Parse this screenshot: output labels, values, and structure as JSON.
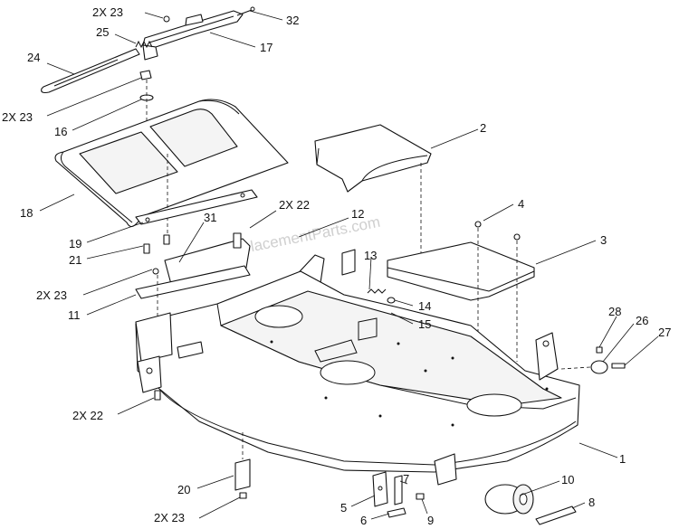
{
  "watermark": "eReplacementParts.com",
  "callouts": [
    {
      "id": "c-2x23-top",
      "text": "2X  23"
    },
    {
      "id": "c-32",
      "text": "32"
    },
    {
      "id": "c-25",
      "text": "25"
    },
    {
      "id": "c-17",
      "text": "17"
    },
    {
      "id": "c-24",
      "text": "24"
    },
    {
      "id": "c-2x23-left",
      "text": "2X  23"
    },
    {
      "id": "c-16",
      "text": "16"
    },
    {
      "id": "c-18",
      "text": "18"
    },
    {
      "id": "c-2",
      "text": "2"
    },
    {
      "id": "c-4",
      "text": "4"
    },
    {
      "id": "c-2x22-mid",
      "text": "2X  22"
    },
    {
      "id": "c-31",
      "text": "31"
    },
    {
      "id": "c-12",
      "text": "12"
    },
    {
      "id": "c-3",
      "text": "3"
    },
    {
      "id": "c-19",
      "text": "19"
    },
    {
      "id": "c-21",
      "text": "21"
    },
    {
      "id": "c-13",
      "text": "13"
    },
    {
      "id": "c-2x23-mid",
      "text": "2X  23"
    },
    {
      "id": "c-14",
      "text": "14"
    },
    {
      "id": "c-11",
      "text": "11"
    },
    {
      "id": "c-15",
      "text": "15"
    },
    {
      "id": "c-28",
      "text": "28"
    },
    {
      "id": "c-26",
      "text": "26"
    },
    {
      "id": "c-27",
      "text": "27"
    },
    {
      "id": "c-2x22-low",
      "text": "2X  22"
    },
    {
      "id": "c-1",
      "text": "1"
    },
    {
      "id": "c-7",
      "text": "7"
    },
    {
      "id": "c-10",
      "text": "10"
    },
    {
      "id": "c-20",
      "text": "20"
    },
    {
      "id": "c-5",
      "text": "5"
    },
    {
      "id": "c-8",
      "text": "8"
    },
    {
      "id": "c-6",
      "text": "6"
    },
    {
      "id": "c-9",
      "text": "9"
    },
    {
      "id": "c-2x23-bot",
      "text": "2X  23"
    }
  ]
}
